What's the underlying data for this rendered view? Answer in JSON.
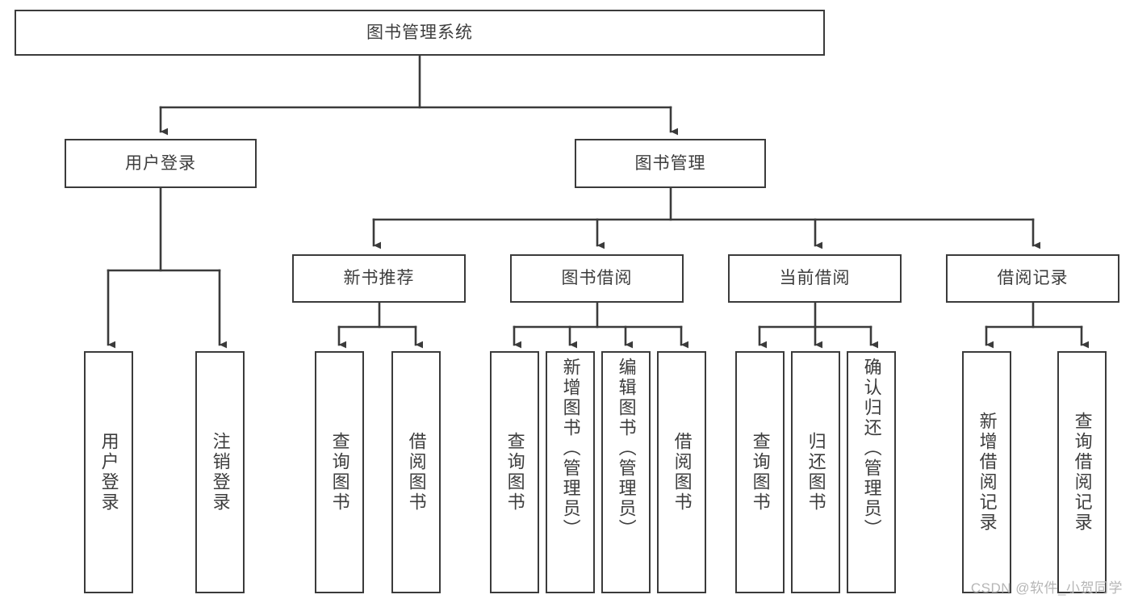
{
  "diagram": {
    "title": "图书管理系统",
    "type": "hierarchy-tree",
    "watermark": "CSDN @软件_小贺同学",
    "colors": {
      "line": "#3b3b3b",
      "box_border": "#3b3b3b",
      "box_fill": "#ffffff",
      "text": "#3d3d3d",
      "watermark": "#b6b6b6"
    },
    "nodes": {
      "root": {
        "label": "图书管理系统"
      },
      "level1": [
        {
          "label": "用户登录"
        },
        {
          "label": "图书管理"
        }
      ],
      "level2": [
        {
          "label": "新书推荐"
        },
        {
          "label": "图书借阅"
        },
        {
          "label": "当前借阅"
        },
        {
          "label": "借阅记录"
        }
      ],
      "leaves": {
        "user_login": [
          {
            "label": "用户登录"
          },
          {
            "label": "注销登录"
          }
        ],
        "new_book": [
          {
            "label": "查询图书"
          },
          {
            "label": "借阅图书"
          }
        ],
        "book_borrow": [
          {
            "label": "查询图书"
          },
          {
            "label": "新增图书（管理员）"
          },
          {
            "label": "编辑图书（管理员）"
          },
          {
            "label": "借阅图书"
          }
        ],
        "current_borrow": [
          {
            "label": "查询图书"
          },
          {
            "label": "归还图书"
          },
          {
            "label": "确认归还（管理员）"
          }
        ],
        "borrow_record": [
          {
            "label": "新增借阅记录"
          },
          {
            "label": "查询借阅记录"
          }
        ]
      }
    }
  }
}
